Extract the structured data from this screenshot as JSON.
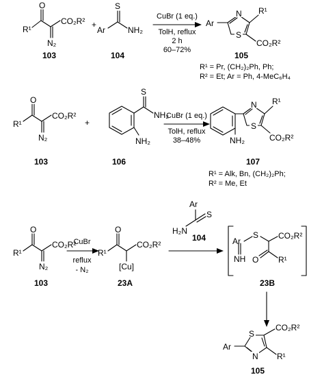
{
  "scheme1": {
    "reagent": "CuBr (1 eq.)",
    "conditions": [
      "TolH, reflux",
      "2 h",
      "60–72%"
    ],
    "compounds": [
      "103",
      "104",
      "105"
    ],
    "substituents": [
      "R¹ = Pr, (CH₂)₂Ph, Ph;",
      "R² = Et; Ar = Ph, 4-MeC₆H₄"
    ]
  },
  "scheme2": {
    "reagent": "CuBr (1 eq.)",
    "conditions": [
      "TolH, reflux",
      "38–48%"
    ],
    "compounds": [
      "103",
      "106",
      "107"
    ],
    "substituents": [
      "R¹ = Alk, Bn, (CH₂)₂Ph;",
      "R² = Me, Et"
    ]
  },
  "scheme3": {
    "reagent": "CuBr",
    "conditions": [
      "reflux",
      "- N₂"
    ],
    "compounds": [
      "103",
      "23A",
      "104",
      "23B",
      "105"
    ]
  },
  "atom_labels": {
    "O": "O",
    "S": "S",
    "N": "N",
    "Ar": "Ar",
    "NH": "NH",
    "R1": "R¹",
    "R2": "R²",
    "CO2R2": "CO₂R²",
    "N2": "N₂",
    "NH2": "NH₂",
    "H2N": "H₂N",
    "Cu": "[Cu]",
    "plus": "+"
  }
}
